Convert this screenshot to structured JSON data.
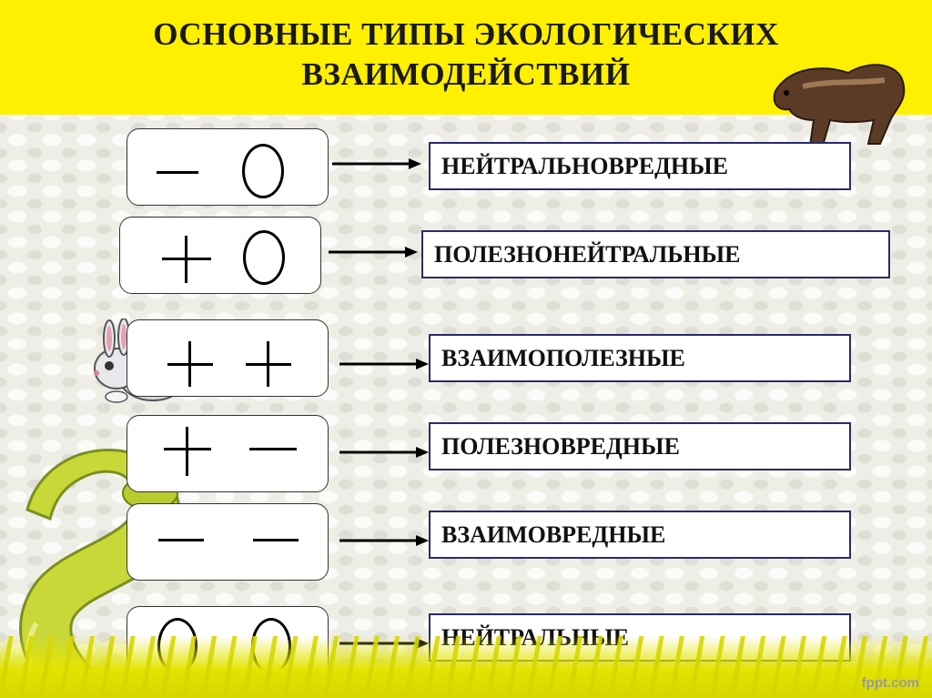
{
  "slide": {
    "title_line1": "ОСНОВНЫЕ ТИПЫ ЭКОЛОГИЧЕСКИХ",
    "title_line2": "ВЗАИМОДЕЙСТВИЙ"
  },
  "rows": [
    {
      "symbols": [
        "minus-sign",
        "zero-sign"
      ],
      "label": "НЕЙТРАЛЬНОВРЕДНЫЕ"
    },
    {
      "symbols": [
        "plus-sign",
        "zero-sign"
      ],
      "label": "ПОЛЕЗНОНЕЙТРАЛЬНЫЕ"
    },
    {
      "symbols": [
        "plus-sign",
        "plus-sign"
      ],
      "label": "ВЗАИМОПОЛЕЗНЫЕ"
    },
    {
      "symbols": [
        "plus-sign",
        "minus-sign"
      ],
      "label": "ПОЛЕЗНОВРЕДНЫЕ"
    },
    {
      "symbols": [
        "minus-sign",
        "minus-sign"
      ],
      "label": "ВЗАИМОВРЕДНЫЕ"
    },
    {
      "symbols": [
        "zero-sign",
        "zero-sign"
      ],
      "label": "НЕЙТРАЛЬНЫЕ"
    }
  ],
  "footer": {
    "watermark": "fppt.com"
  },
  "colors": {
    "header_background": "#ffef00",
    "label_border": "#2a2a6a",
    "grass": "#e4e400"
  }
}
